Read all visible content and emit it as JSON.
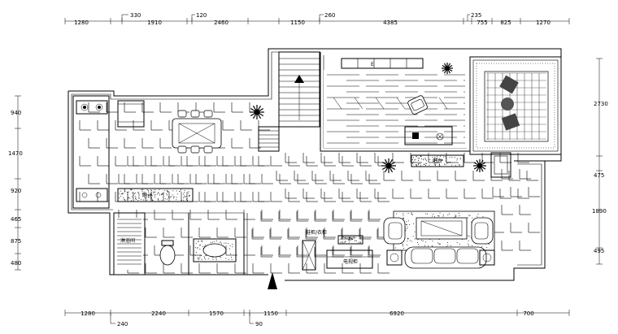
{
  "dimensions": {
    "top_primary": [
      "1280",
      "1910",
      "2460",
      "1150",
      "4385",
      "755",
      "825",
      "1270"
    ],
    "top_secondary": [
      "330",
      "120",
      "260",
      "235"
    ],
    "bottom_primary": [
      "1280",
      "2240",
      "1570",
      "1150",
      "6920",
      "700"
    ],
    "bottom_secondary": [
      "240",
      "90"
    ],
    "left": [
      "940",
      "1470",
      "920",
      "465",
      "875",
      "480"
    ],
    "right": [
      "2730",
      "475",
      "1890",
      "495"
    ]
  },
  "labels": {
    "top_cabinet": "E",
    "counter": "吧台",
    "right_counter": "吧台",
    "shower": "淋浴间",
    "tv_cabinet": "电视柜",
    "shoe_cabinet": "鞋柜/衣柜"
  }
}
